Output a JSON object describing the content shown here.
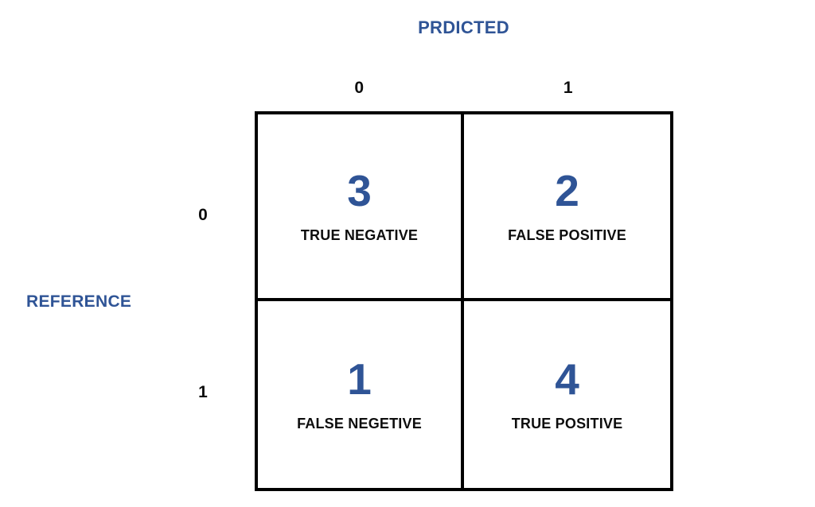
{
  "title": "PRDICTED",
  "reference_label": "REFERENCE",
  "column_headers": [
    "0",
    "1"
  ],
  "row_headers": [
    "0",
    "1"
  ],
  "cells": [
    {
      "value": "3",
      "label": "TRUE NEGATIVE"
    },
    {
      "value": "2",
      "label": "FALSE POSITIVE"
    },
    {
      "value": "1",
      "label": "FALSE NEGETIVE"
    },
    {
      "value": "4",
      "label": "TRUE POSITIVE"
    }
  ],
  "colors": {
    "accent_blue": "#2F5496",
    "text_black": "#0d0d0d",
    "grid_line": "#000000",
    "background": "#ffffff"
  },
  "chart_data": {
    "type": "table",
    "title": "PRDICTED",
    "x_axis_label": "PRDICTED",
    "y_axis_label": "REFERENCE",
    "columns": [
      "0",
      "1"
    ],
    "rows": [
      "0",
      "1"
    ],
    "matrix": [
      [
        3,
        2
      ],
      [
        1,
        4
      ]
    ],
    "cell_labels": [
      [
        "TRUE NEGATIVE",
        "FALSE POSITIVE"
      ],
      [
        "FALSE NEGETIVE",
        "TRUE POSITIVE"
      ]
    ],
    "notes": "2x2 confusion matrix; rows = REFERENCE (actual), columns = PRDICTED (predicted)"
  }
}
